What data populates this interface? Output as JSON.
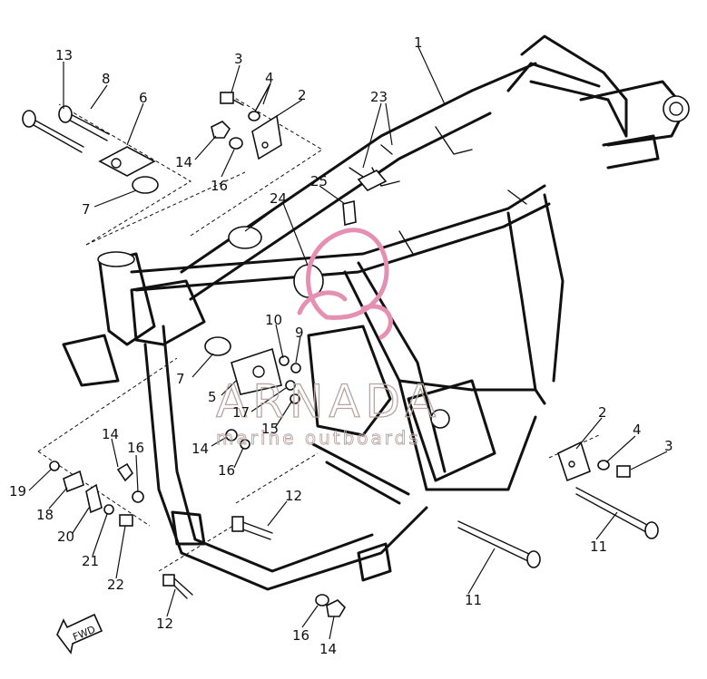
{
  "watermark": {
    "brand": "ARNADA",
    "tagline": "marine outboards",
    "logo_color": "#e58fb2",
    "text_color": "#b9a4a4"
  },
  "direction_marker": "FWD",
  "callouts": {
    "n1": "1",
    "n2a": "2",
    "n3a": "3",
    "n4a": "4",
    "n5": "5",
    "n6": "6",
    "n7a": "7",
    "n7b": "7",
    "n8": "8",
    "n9": "9",
    "n10": "10",
    "n11a": "11",
    "n11b": "11",
    "n12a": "12",
    "n12b": "12",
    "n13": "13",
    "n14a": "14",
    "n14b": "14",
    "n14c": "14",
    "n14d": "14",
    "n15": "15",
    "n16a": "16",
    "n16b": "16",
    "n16c": "16",
    "n16d": "16",
    "n17": "17",
    "n18": "18",
    "n19": "19",
    "n20": "20",
    "n21": "21",
    "n22": "22",
    "n23": "23",
    "n24": "24",
    "n25": "25",
    "n2b": "2",
    "n3b": "3",
    "n4b": "4"
  }
}
